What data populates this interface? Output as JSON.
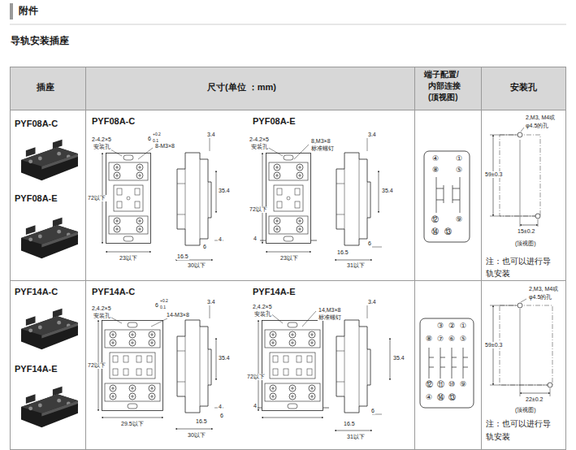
{
  "diagram": {
    "title": "附件",
    "labels": [
      "导轨安装插座",
      "插座",
      "尺寸(单位 ：mm)",
      "端子配置/",
      "内部连接",
      "(顶视图)",
      "安装孔",
      "PYF08A-C",
      "PYF08A-E",
      "PYF08A-C",
      "2-4.2×5",
      "安装孔",
      "6",
      "+0.2",
      "0.1",
      "8-M3×8",
      "72以下",
      "23以下",
      "3.4",
      "35.4",
      "4",
      "16.5",
      "6",
      "30以下",
      "PYF08A-E",
      "2-4.2×5",
      "安装孔",
      "8,M3×8",
      "标准螺钉",
      "72以下",
      "3.4",
      "35.4",
      "4",
      "16.5",
      "6",
      "23以下",
      "31以下",
      "④",
      "①",
      "⑧",
      "⑤",
      "⑫",
      "⑨",
      "⑭",
      "⑬",
      "2,M3, M4或",
      "φ4.5的孔",
      "59±0.3",
      "15±0.2",
      "(顶视图)",
      "注：也可以进行导",
      "轨安装",
      "PYF14A-C",
      "PYF14A-E",
      "PYF14A-C",
      "2,4.2×5",
      "安装孔",
      "6",
      "+0.2",
      "0.1",
      "14-M3×8",
      "72以下",
      "29.5以下",
      "3.4",
      "35.4",
      "4",
      "16.5",
      "6",
      "30以下",
      "PYF14A-E",
      "2,4.2×5",
      "安装孔",
      "14,M3×8",
      "标准螺钉",
      "72以下",
      "3.4",
      "35.4",
      "4",
      "6",
      "16.5",
      "31以下",
      "③",
      "②",
      "①",
      "⑧",
      "⑦",
      "⑥",
      "⑤",
      "⑫",
      "⑪",
      "⑩",
      "⑨",
      "④",
      "⑭",
      "⑬",
      "2,M3, M4或",
      "φ4.5的孔",
      "59±0.3",
      "22±0.2",
      "(顶视图)",
      "注：也可以进行导",
      "轨安装"
    ]
  }
}
